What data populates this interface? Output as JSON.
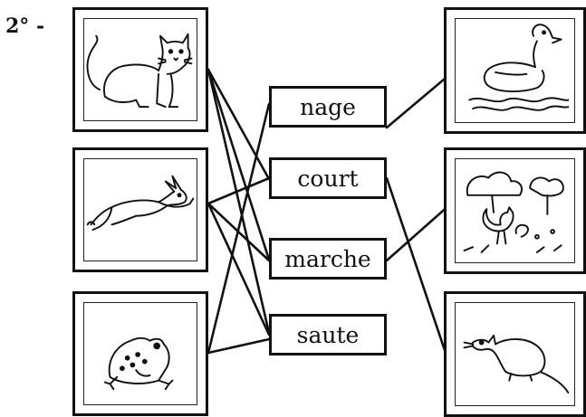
{
  "exercise": {
    "number": "2° -"
  },
  "animals_left": [
    {
      "icon": "cat-icon"
    },
    {
      "icon": "rabbit-icon"
    },
    {
      "icon": "frog-icon"
    }
  ],
  "verbs": [
    "nage",
    "court",
    "marche",
    "saute"
  ],
  "animals_right": [
    {
      "icon": "duck-icon"
    },
    {
      "icon": "rooster-icon"
    },
    {
      "icon": "rat-icon"
    }
  ]
}
